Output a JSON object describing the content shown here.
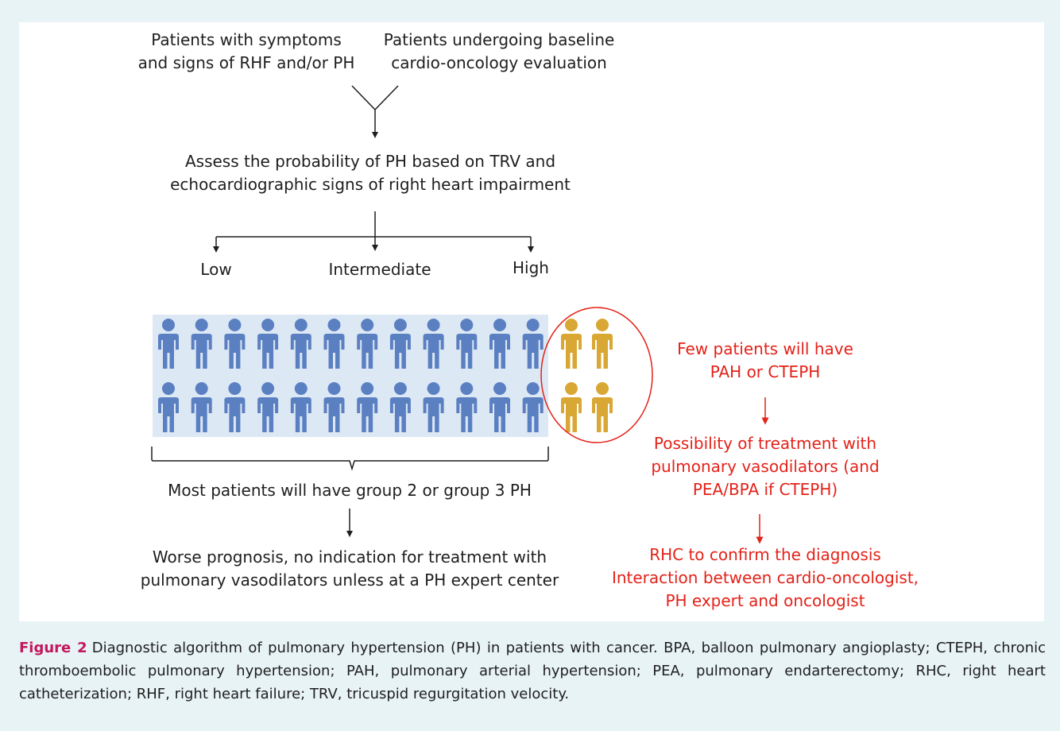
{
  "diagram": {
    "input_left": [
      "Patients with symptoms",
      "and signs of RHF and/or PH"
    ],
    "input_right": [
      "Patients undergoing baseline",
      "cardio-oncology evaluation"
    ],
    "assess": [
      "Assess the probability of PH based on TRV and",
      "echocardiographic signs of right heart impairment"
    ],
    "prob_low": "Low",
    "prob_intermediate": "Intermediate",
    "prob_high": "High",
    "most_patients": "Most patients will have group 2 or group 3 PH",
    "worse_prognosis": [
      "Worse prognosis, no indication for treatment with",
      "pulmonary vasodilators unless at a PH expert center"
    ],
    "few_patients": [
      "Few patients will have",
      "PAH or CTEPH"
    ],
    "possibility": [
      "Possibility of treatment with",
      "pulmonary vasodilators (and",
      "PEA/BPA if CTEPH)"
    ],
    "rhc": [
      "RHC to confirm the diagnosis",
      "Interaction between cardio-oncologist,",
      "PH expert and oncologist"
    ],
    "figure_counts": {
      "blue_per_row": 12,
      "gold_per_row": 2,
      "rows": 2
    },
    "colors": {
      "blue_figure": "#5b80c2",
      "gold_figure": "#d9a733",
      "red": "#e32219",
      "figure_bg": "#dde8f5"
    }
  },
  "caption": {
    "label": "Figure 2",
    "text": "Diagnostic algorithm of pulmonary hypertension (PH) in patients with cancer. BPA, balloon pulmonary angioplasty; CTEPH, chronic thromboembolic pulmonary hypertension; PAH, pulmonary arterial hypertension; PEA, pulmonary endarterectomy; RHC, right heart catheterization; RHF, right heart failure; TRV, tricuspid regurgitation velocity."
  }
}
